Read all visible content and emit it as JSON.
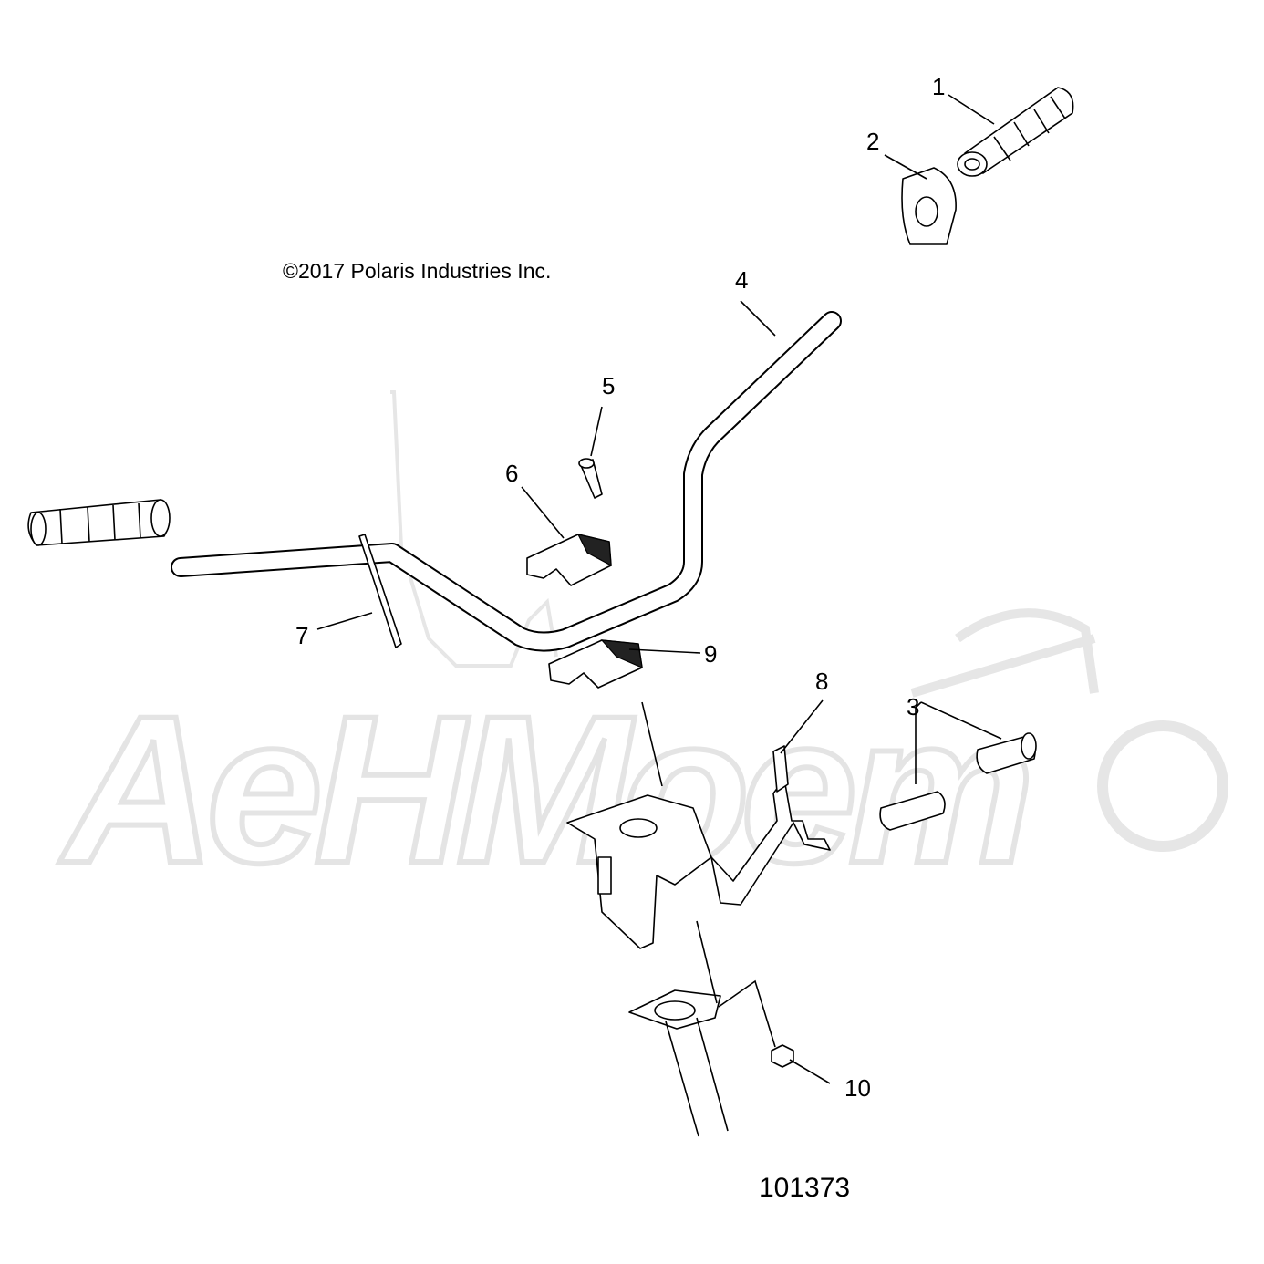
{
  "copyright": "©2017 Polaris Industries Inc.",
  "document_number": "101373",
  "watermark": {
    "text": "AeHMoem",
    "color": "#e4e4e4"
  },
  "callouts": [
    {
      "id": "1",
      "label": "1"
    },
    {
      "id": "2",
      "label": "2"
    },
    {
      "id": "3",
      "label": "3"
    },
    {
      "id": "4",
      "label": "4"
    },
    {
      "id": "5",
      "label": "5"
    },
    {
      "id": "6",
      "label": "6"
    },
    {
      "id": "7",
      "label": "7"
    },
    {
      "id": "8",
      "label": "8"
    },
    {
      "id": "9",
      "label": "9"
    },
    {
      "id": "10",
      "label": "10"
    }
  ]
}
